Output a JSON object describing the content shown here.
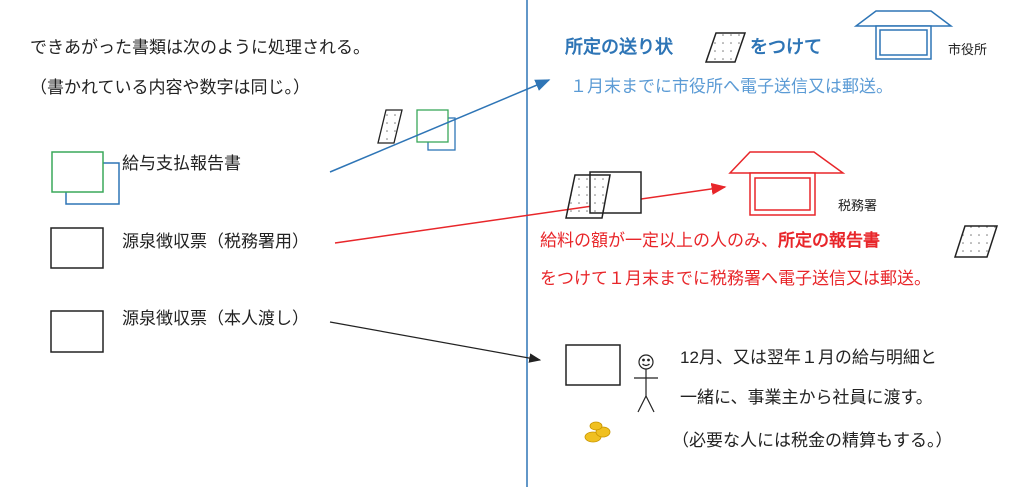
{
  "left": {
    "intro_line1": "できあがった書類は次のように処理される。",
    "intro_line2": "（書かれている内容や数字は同じ。）",
    "doc1": "給与支払報告書",
    "doc2": "源泉徴収票（税務署用）",
    "doc3": "源泉徴収票（本人渡し）"
  },
  "city": {
    "bold_part": "所定の送り状",
    "suffix": "をつけて",
    "office_label": "市役所",
    "line2": "１月末までに市役所へ電子送信又は郵送。"
  },
  "tax": {
    "office_label": "税務署",
    "line1_a": "給料の額が一定以上の人のみ、",
    "line1_bold": "所定の報告書",
    "line2": "をつけて１月末までに税務署へ電子送信又は郵送。"
  },
  "employee": {
    "line1": "12月、又は翌年１月の給与明細と",
    "line2": "一緒に、事業主から社員に渡す。",
    "line3": "（必要な人には税金の精算もする。）"
  },
  "colors": {
    "blue": "#2e75b6",
    "red": "#e8262a",
    "green": "#3aa85a"
  }
}
